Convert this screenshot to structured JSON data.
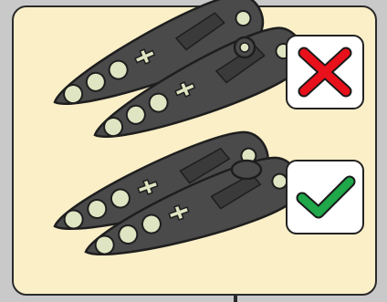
{
  "figure": {
    "background": "#c9c9c9",
    "panel_color": "#fbefc8",
    "part_color": "#4a4a4a",
    "part_outline": "#1e1e1e",
    "hole_color": "#dfe5c2"
  },
  "options": [
    {
      "id": "wrong",
      "verdict": "incorrect",
      "icon": "red-x-icon",
      "color": "#e8101a"
    },
    {
      "id": "right",
      "verdict": "correct",
      "icon": "green-check-icon",
      "color": "#1fa74a"
    }
  ]
}
